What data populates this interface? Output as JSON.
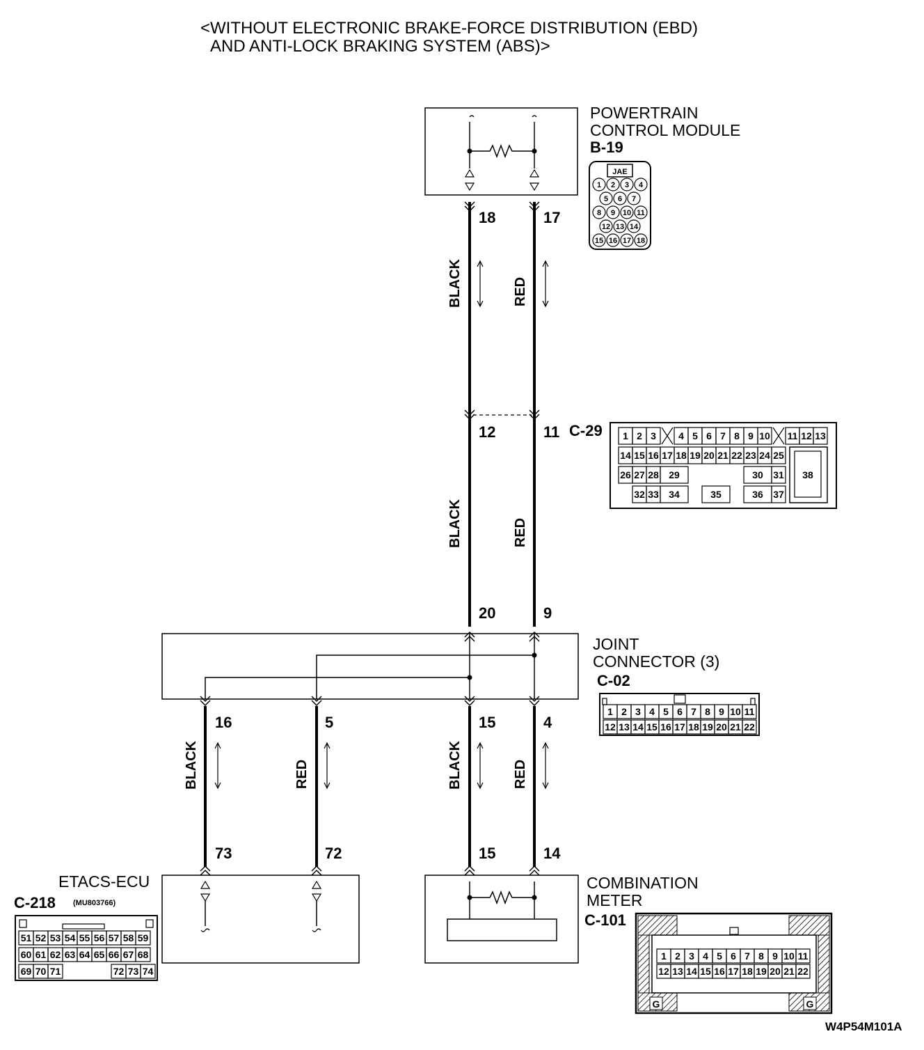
{
  "title": {
    "line1": "<WITHOUT ELECTRONIC BRAKE-FORCE DISTRIBUTION (EBD)",
    "line2": "AND ANTI-LOCK BRAKING SYSTEM (ABS)>"
  },
  "pcm": {
    "name_line1": "POWERTRAIN",
    "name_line2": "CONTROL MODULE",
    "code": "B-19",
    "connector_brand": "JAE",
    "pin_rows": [
      [
        "1",
        "2",
        "3",
        "4"
      ],
      [
        "5",
        "6",
        "7"
      ],
      [
        "8",
        "9",
        "10",
        "11"
      ],
      [
        "12",
        "13",
        "14"
      ],
      [
        "15",
        "16",
        "17",
        "18"
      ]
    ]
  },
  "c29": {
    "code": "C-29",
    "row1": [
      "1",
      "2",
      "3",
      "4",
      "5",
      "6",
      "7",
      "8",
      "9",
      "10",
      "11",
      "12",
      "13"
    ],
    "row2": [
      "14",
      "15",
      "16",
      "17",
      "18",
      "19",
      "20",
      "21",
      "22",
      "23",
      "24",
      "25"
    ],
    "row3": [
      "26",
      "27",
      "28",
      "29",
      "30",
      "31"
    ],
    "row4": [
      "32",
      "33",
      "34",
      "35",
      "36",
      "37"
    ],
    "big_pin": "38"
  },
  "joint": {
    "name_line1": "JOINT",
    "name_line2": "CONNECTOR (3)",
    "code": "C-02",
    "row1": [
      "1",
      "2",
      "3",
      "4",
      "5",
      "6",
      "7",
      "8",
      "9",
      "10",
      "11"
    ],
    "row2": [
      "12",
      "13",
      "14",
      "15",
      "16",
      "17",
      "18",
      "19",
      "20",
      "21",
      "22"
    ]
  },
  "etacs": {
    "name": "ETACS-ECU",
    "code": "C-218",
    "part": "(MU803766)",
    "row1": [
      "51",
      "52",
      "53",
      "54",
      "55",
      "56",
      "57",
      "58",
      "59"
    ],
    "row2": [
      "60",
      "61",
      "62",
      "63",
      "64",
      "65",
      "66",
      "67",
      "68"
    ],
    "row3a": [
      "69",
      "70",
      "71"
    ],
    "row3b": [
      "72",
      "73",
      "74"
    ]
  },
  "meter": {
    "name_line1": "COMBINATION",
    "name_line2": "METER",
    "code": "C-101",
    "row1": [
      "1",
      "2",
      "3",
      "4",
      "5",
      "6",
      "7",
      "8",
      "9",
      "10",
      "11"
    ],
    "row2": [
      "12",
      "13",
      "14",
      "15",
      "16",
      "17",
      "18",
      "19",
      "20",
      "21",
      "22"
    ],
    "ground_label": "G"
  },
  "pins": {
    "pcm_black": "18",
    "pcm_red": "17",
    "c29_black": "12",
    "c29_red": "11",
    "jc_in_black": "20",
    "jc_in_red": "9",
    "jc_out1": "16",
    "jc_out2": "5",
    "jc_out3": "15",
    "jc_out4": "4",
    "etacs_black": "73",
    "etacs_red": "72",
    "meter_black": "15",
    "meter_red": "14"
  },
  "wire_colors": {
    "black": "BLACK",
    "red": "RED"
  },
  "figure_id": "W4P54M101A"
}
